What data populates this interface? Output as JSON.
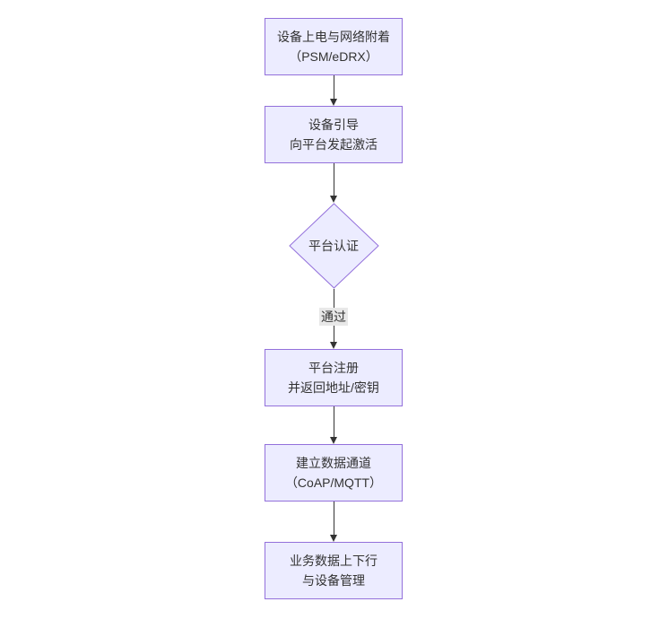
{
  "diagram": {
    "type": "flowchart-vertical",
    "nodes": [
      {
        "id": "A",
        "shape": "rect",
        "lines": [
          "设备上电与网络附着",
          "（PSM/eDRX）"
        ]
      },
      {
        "id": "B",
        "shape": "rect",
        "lines": [
          "设备引导",
          "向平台发起激活"
        ]
      },
      {
        "id": "C",
        "shape": "diamond",
        "lines": [
          "平台认证"
        ]
      },
      {
        "id": "D",
        "shape": "rect",
        "lines": [
          "平台注册",
          "并返回地址/密钥"
        ]
      },
      {
        "id": "E",
        "shape": "rect",
        "lines": [
          "建立数据通道",
          "（CoAP/MQTT）"
        ]
      },
      {
        "id": "F",
        "shape": "rect",
        "lines": [
          "业务数据上下行",
          "与设备管理"
        ]
      }
    ],
    "edges": [
      {
        "from": "A",
        "to": "B",
        "label": ""
      },
      {
        "from": "B",
        "to": "C",
        "label": ""
      },
      {
        "from": "C",
        "to": "D",
        "label": "通过"
      },
      {
        "from": "D",
        "to": "E",
        "label": ""
      },
      {
        "from": "E",
        "to": "F",
        "label": ""
      }
    ],
    "colors": {
      "background": "#ffffff",
      "node_fill": "#ECECFF",
      "node_border": "#9370DB",
      "edge_line": "#333333",
      "edge_label_bg": "#e8e8e8",
      "text": "#333333"
    }
  }
}
